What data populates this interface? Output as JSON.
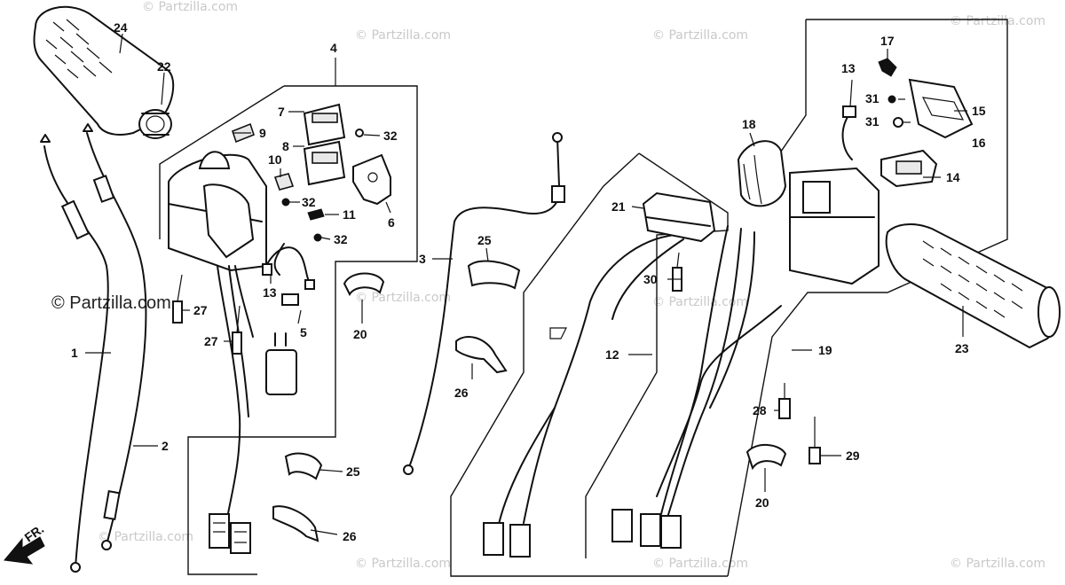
{
  "watermark": "© Partzilla.com",
  "direction_label": "FR.",
  "callouts": [
    "1",
    "2",
    "3",
    "4",
    "5",
    "6",
    "7",
    "8",
    "9",
    "10",
    "11",
    "12",
    "13",
    "14",
    "15",
    "16",
    "17",
    "18",
    "19",
    "20",
    "21",
    "22",
    "23",
    "24",
    "25",
    "26",
    "27",
    "28",
    "29",
    "30",
    "31",
    "32"
  ]
}
